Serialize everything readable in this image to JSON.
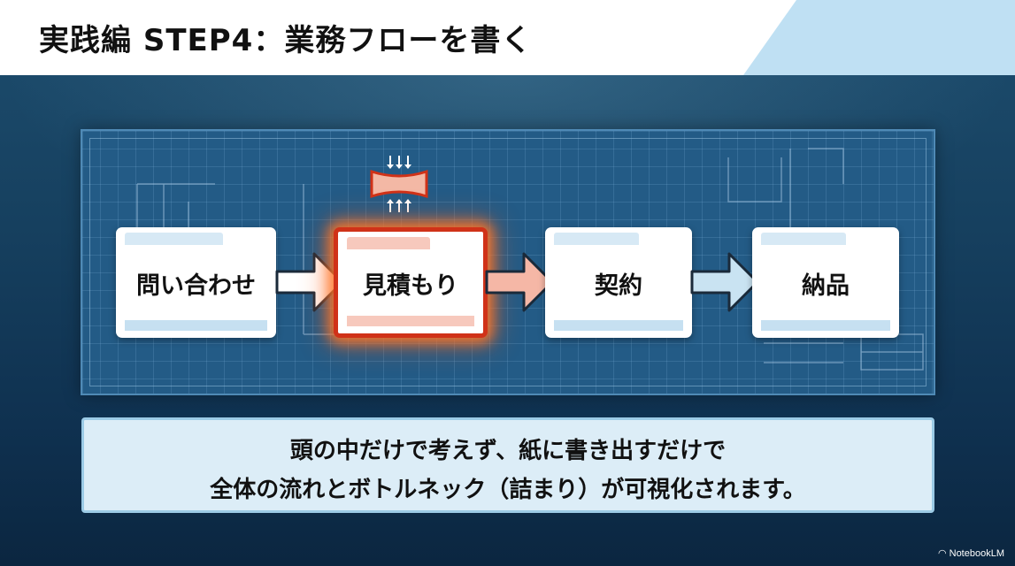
{
  "slide": {
    "title": "実践編 STEP4：業務フローを書く"
  },
  "flow": {
    "steps": [
      {
        "label": "問い合わせ"
      },
      {
        "label": "見積もり"
      },
      {
        "label": "契約"
      },
      {
        "label": "納品"
      }
    ]
  },
  "message": {
    "line1": "頭の中だけで考えず、紙に書き出すだけで",
    "line2": "全体の流れとボトルネック（詰まり）が可視化されます。"
  },
  "branding": {
    "logo_text": "NotebookLM",
    "logo_icon": "notebooklm-logo-icon"
  },
  "colors": {
    "highlight": "#d03218",
    "highlight_glow": "#ff7828",
    "blueprint": "#235b86",
    "message_bg": "#dcedf7"
  }
}
